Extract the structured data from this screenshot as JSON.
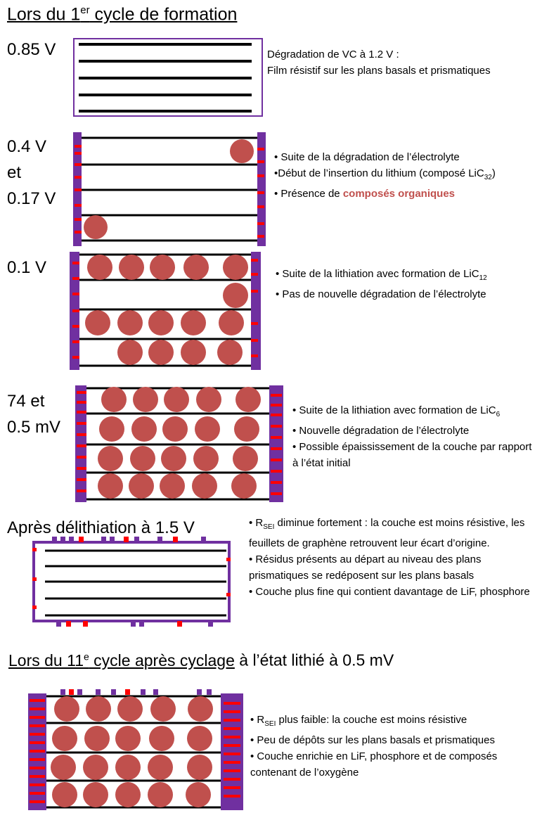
{
  "title_formation": {
    "prefix": "Lors du 1",
    "sup": "er",
    "suffix": " cycle de formation"
  },
  "title_cycle11": {
    "prefix": "Lors du 11",
    "sup": "e",
    "mid": " cycle après cyclage",
    "suffix": " à l’état lithié à 0.5 mV"
  },
  "colors": {
    "electrolyte_film": "#7030a0",
    "particle": "#c0504d",
    "residue": "#ff0000",
    "highlight": "#c0504d",
    "graphene": "#000000"
  },
  "icons": {
    "graphene_sheet": "black-line",
    "lithium_compound": "red-circle",
    "sei_layer": "purple-bar",
    "residue_deposit": "red-square"
  },
  "steps": [
    {
      "voltage": [
        "0.85 V"
      ],
      "lines": [
        "Dégradation de VC à 1.2 V :",
        "Film résistif sur les plans basals et prismatiques"
      ]
    },
    {
      "voltage": [
        "0.4 V",
        "et",
        "0.17 V"
      ],
      "lines": [
        "• Suite de la dégradation de l’électrolyte",
        "•Début de l’insertion du lithium (composé LiC",
        "32",
        ")",
        "• Présence de ",
        "composés organiques"
      ]
    },
    {
      "voltage": [
        "0.1 V"
      ],
      "lines": [
        "• Suite de la lithiation  avec formation de LiC",
        "12",
        "• Pas de nouvelle dégradation de l’électrolyte"
      ]
    },
    {
      "voltage": [
        "74 et",
        "0.5 mV"
      ],
      "lines": [
        "• Suite de la lithiation avec formation de LiC",
        "6",
        "• Nouvelle dégradation de l’électrolyte",
        "• Possible épaississement de la couche par rapport à l’état initial"
      ]
    },
    {
      "voltage": [
        "Après délithiation à 1.5 V"
      ],
      "lines": [
        "• R",
        "SEI",
        " diminue fortement : la couche est moins résistive, les feuillets de graphène retrouvent leur écart d’origine.",
        "• Résidus présents au départ au niveau des plans prismatiques se redéposent sur les plans basals",
        "• Couche plus fine qui contient davantage de LiF, phosphore"
      ]
    },
    {
      "lines": [
        "• R",
        "SEI",
        "  plus faible:  la couche est moins résistive",
        "• Peu de dépôts sur les plans basals et prismatiques",
        "• Couche enrichie en LiF, phosphore et de composés contenant de l’oxygène"
      ]
    }
  ]
}
